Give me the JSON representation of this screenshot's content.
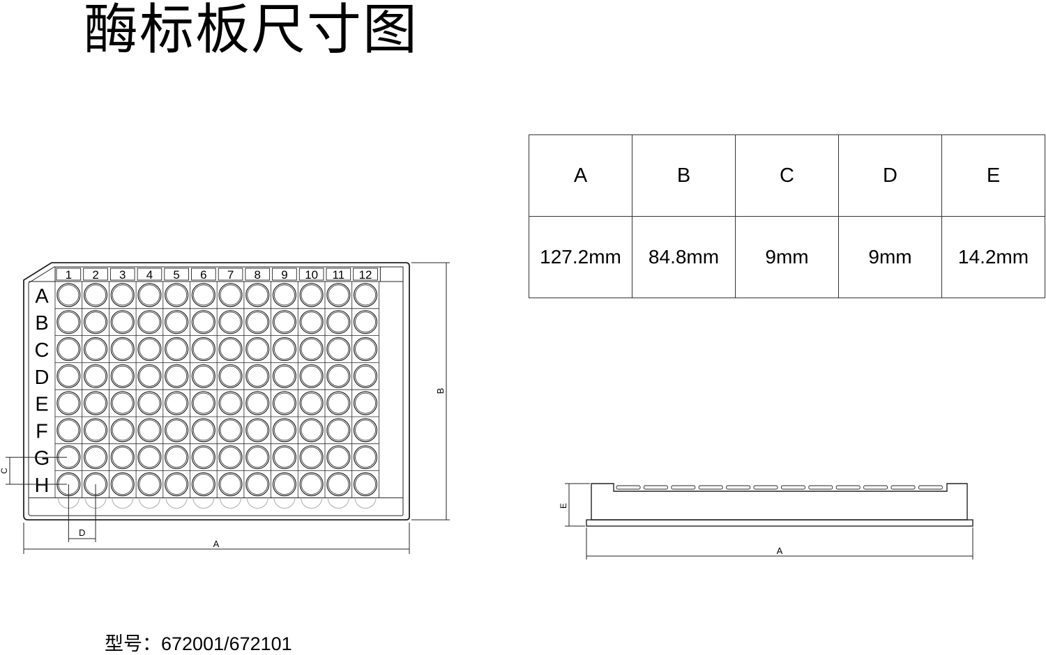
{
  "title": "酶标板尺寸图",
  "model_label": "型号：672001/672101",
  "table": {
    "headers": [
      "A",
      "B",
      "C",
      "D",
      "E"
    ],
    "values": [
      "127.2mm",
      "84.8mm",
      "9mm",
      "9mm",
      "14.2mm"
    ]
  },
  "plate": {
    "columns": [
      "1",
      "2",
      "3",
      "4",
      "5",
      "6",
      "7",
      "8",
      "9",
      "10",
      "11",
      "12"
    ],
    "rows": [
      "A",
      "B",
      "C",
      "D",
      "E",
      "F",
      "G",
      "H"
    ]
  },
  "dimension_labels": {
    "width": "A",
    "height": "B",
    "row_pitch": "C",
    "col_pitch": "D",
    "side_height": "E",
    "side_width": "A"
  }
}
